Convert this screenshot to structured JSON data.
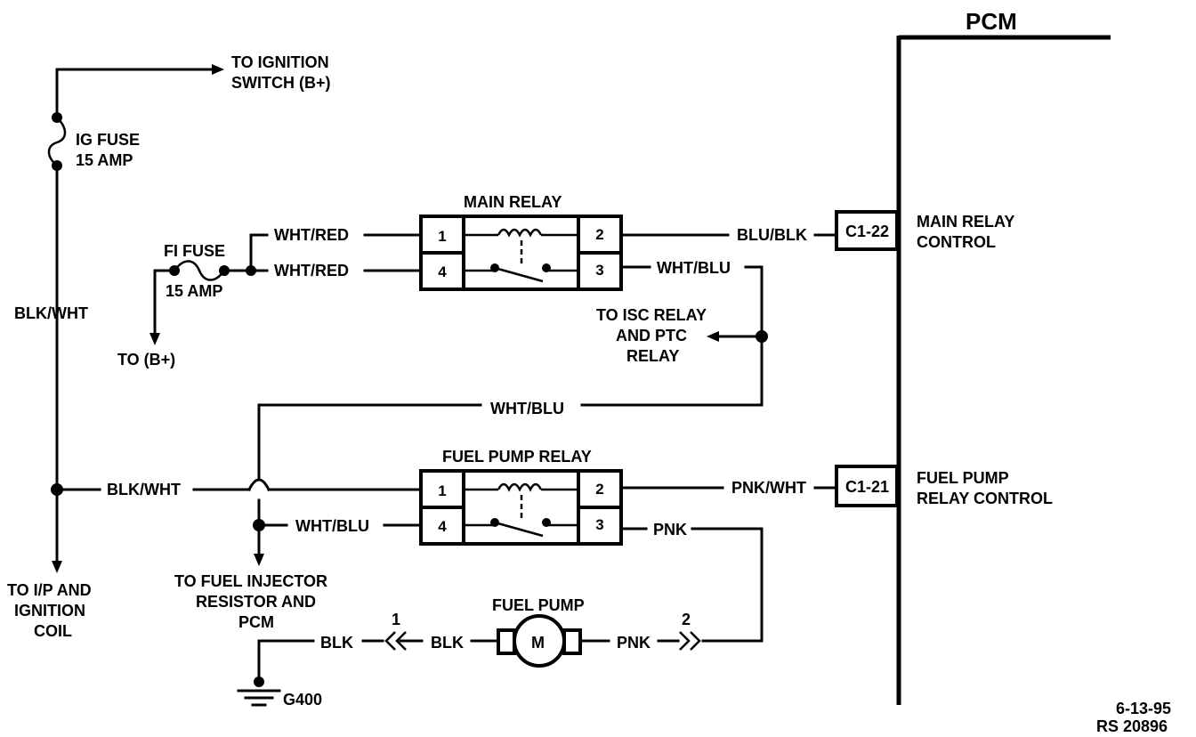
{
  "pcm": {
    "title": "PCM"
  },
  "ignition": {
    "to_switch_line1": "TO IGNITION",
    "to_switch_line2": "SWITCH (B+)",
    "fuse_line1": "IG FUSE",
    "fuse_line2": "15 AMP",
    "wire": "BLK/WHT",
    "to_ip_line1": "TO I/P AND",
    "to_ip_line2": "IGNITION",
    "to_ip_line3": "COIL"
  },
  "fi_fuse": {
    "line1": "FI FUSE",
    "line2": "15 AMP",
    "to_batt": "TO (B+)"
  },
  "main_relay": {
    "title": "MAIN RELAY",
    "pin1": "1",
    "pin2": "2",
    "pin3": "3",
    "pin4": "4",
    "wire_pin1": "WHT/RED",
    "wire_pin4": "WHT/RED",
    "wire_pin2": "BLU/BLK",
    "wire_pin3": "WHT/BLU",
    "connector": "C1-22",
    "control_line1": "MAIN RELAY",
    "control_line2": "CONTROL"
  },
  "isc": {
    "line1": "TO ISC RELAY",
    "line2": "AND PTC",
    "line3": "RELAY"
  },
  "feed_wire": "WHT/BLU",
  "fuel_pump_relay": {
    "title": "FUEL PUMP RELAY",
    "pin1": "1",
    "pin2": "2",
    "pin3": "3",
    "pin4": "4",
    "wire_pin1": "BLK/WHT",
    "wire_pin4": "WHT/BLU",
    "wire_pin2": "PNK/WHT",
    "wire_pin3": "PNK",
    "connector": "C1-21",
    "control_line1": "FUEL PUMP",
    "control_line2": "RELAY CONTROL"
  },
  "injector": {
    "line1": "TO FUEL INJECTOR",
    "line2": "RESISTOR AND",
    "line3": "PCM"
  },
  "fuel_pump": {
    "title": "FUEL PUMP",
    "motor": "M",
    "wire_left": "BLK",
    "wire_ground": "BLK",
    "wire_right": "PNK",
    "pin_left": "1",
    "pin_right": "2"
  },
  "ground": {
    "label": "G400"
  },
  "footer": {
    "date": "6-13-95",
    "ref": "RS 20896"
  }
}
